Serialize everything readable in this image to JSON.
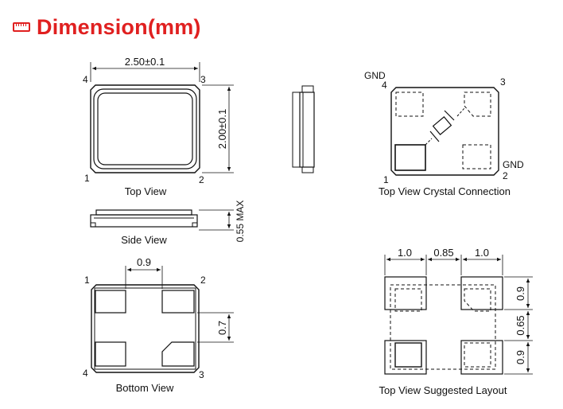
{
  "header": {
    "title": "Dimension(mm)",
    "icon": "ruler-icon",
    "color": "#e02020"
  },
  "top_view": {
    "caption": "Top View",
    "width_dim": "2.50±0.1",
    "height_dim": "2.00±0.1",
    "pins": [
      "1",
      "2",
      "3",
      "4"
    ]
  },
  "side_view": {
    "caption": "Side View",
    "height_dim": "0.55 MAX"
  },
  "bottom_view": {
    "caption": "Bottom View",
    "pitch_dim": "0.9",
    "pad_dim": "0.7",
    "pins": [
      "1",
      "2",
      "3",
      "4"
    ]
  },
  "crystal_view": {
    "caption": "Top View Crystal Connection",
    "pins": [
      "1",
      "2",
      "3",
      "4"
    ],
    "gnd_labels": [
      "GND",
      "GND"
    ]
  },
  "layout_view": {
    "caption": "Top View Suggested Layout",
    "top_dims": [
      "1.0",
      "0.85",
      "1.0"
    ],
    "right_dims": [
      "0.9",
      "0.65",
      "0.9"
    ]
  }
}
